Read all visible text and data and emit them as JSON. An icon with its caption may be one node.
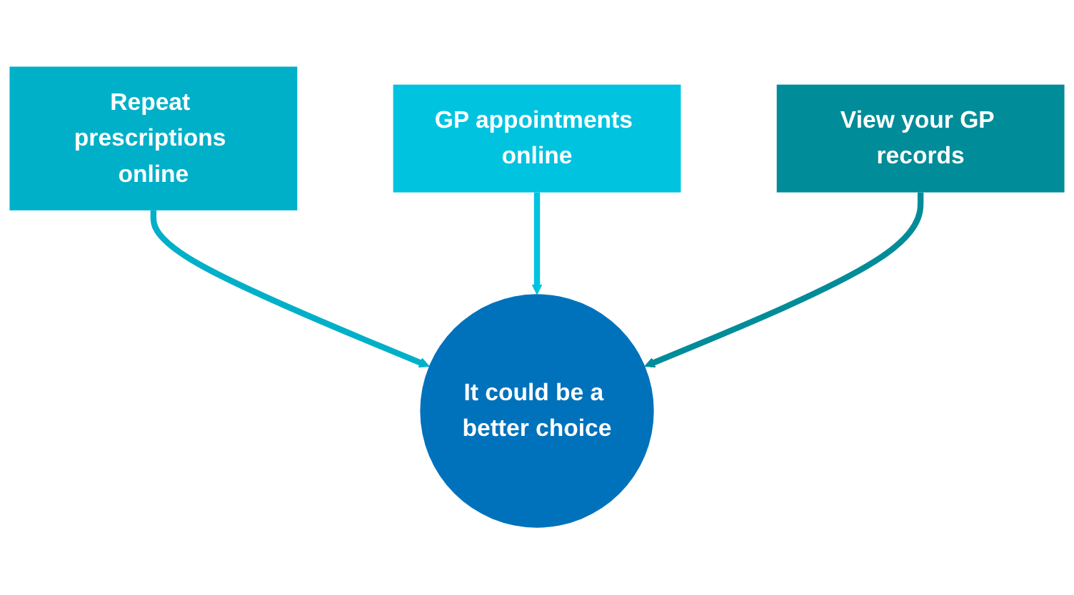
{
  "diagram": {
    "nodes": [
      {
        "text": [
          "Repeat prescriptions online"
        ]
      },
      {
        "text": [
          "GP appointments online"
        ]
      },
      {
        "text": [
          "It could be a better choice"
        ]
      },
      {
        "text": [
          "View your GP records"
        ]
      }
    ],
    "edges": [
      {
        "from": 0,
        "to": 2,
        "arrow": "to",
        "color": "#00b0c8"
      },
      {
        "from": 1,
        "to": 2,
        "arrow": "to",
        "color": "#00c3e0"
      },
      {
        "from": 3,
        "to": 2,
        "arrow": "to",
        "color": "#008c98"
      }
    ]
  }
}
